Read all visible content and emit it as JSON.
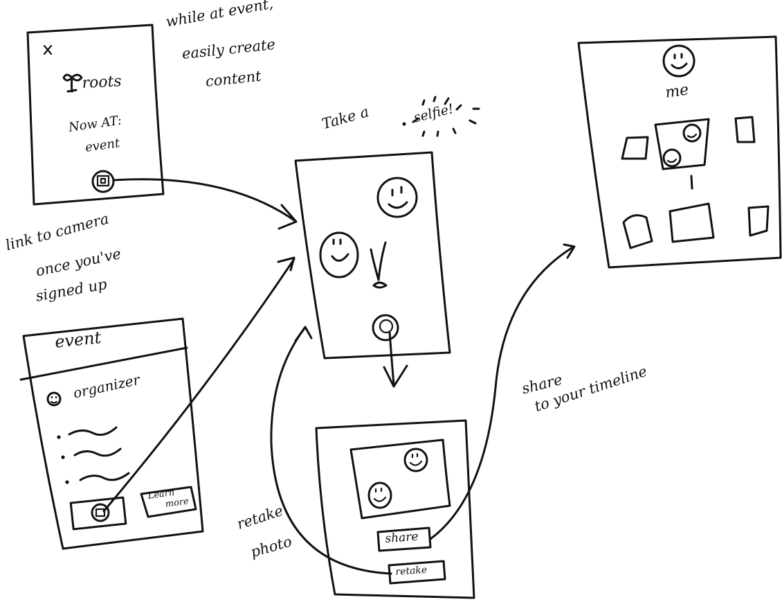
{
  "notes": {
    "while_at_event": [
      "while at event,",
      "easily create",
      "content"
    ],
    "link_to_camera": [
      "link to camera",
      "once you've",
      "signed up"
    ],
    "take_selfie_prefix": "Take a",
    "take_selfie_word": "selfie!",
    "share_to_timeline": [
      "share",
      "to your timeline"
    ],
    "retake_photo": [
      "retake",
      "photo"
    ]
  },
  "screen_now_at": {
    "close_glyph": "X",
    "logo_text": "roots",
    "now_at_label": "Now AT:",
    "event_label": "event"
  },
  "screen_event": {
    "title": "event",
    "organizer_label": "organizer",
    "learn_more_label": [
      "Learn",
      "more"
    ]
  },
  "screen_photo": {
    "share_label": "share",
    "retake_label": "retake"
  },
  "screen_profile": {
    "me_label": "me"
  }
}
